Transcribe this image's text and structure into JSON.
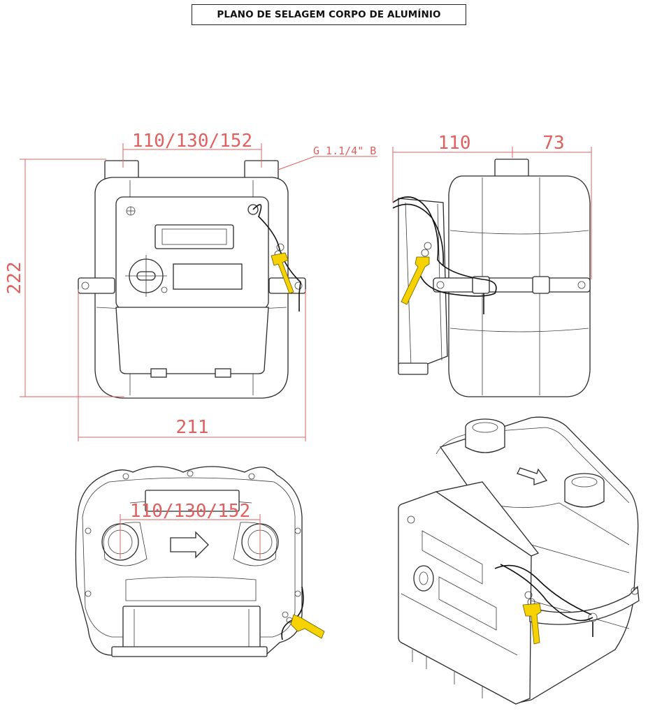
{
  "title": "PLANO DE SELAGEM CORPO DE ALUMÍNIO",
  "dimensions": {
    "front_top_spacing": "110/130/152",
    "thread_spec": "G 1.1/4\" B",
    "front_height": "222",
    "front_width": "211",
    "side_depth_front": "110",
    "side_depth_back": "73",
    "top_spacing": "110/130/152"
  },
  "colors": {
    "dimension_lines": "#e06060",
    "seal": "#f5d200",
    "outline": "#2a2a2a"
  }
}
